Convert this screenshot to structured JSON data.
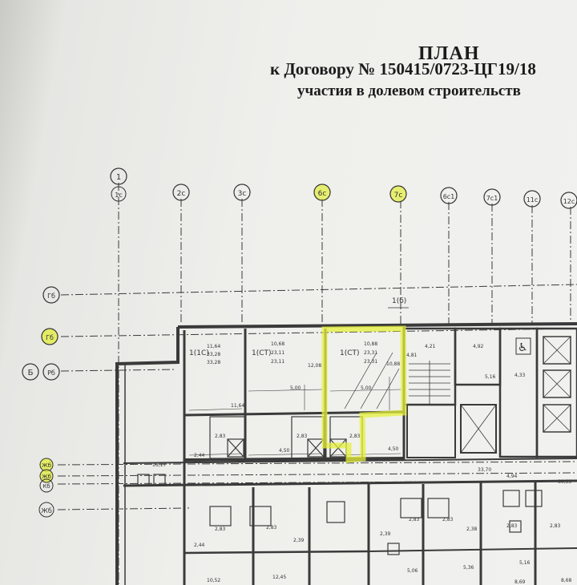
{
  "document": {
    "title": "ПЛАН",
    "subtitle": "к Договору № 150415/0723-ЦГ19/18",
    "subtitle2": "участия в долевом строительств"
  },
  "axes": {
    "vertical": [
      "1",
      "1с",
      "2с",
      "3с",
      "6с",
      "7с",
      "6с1",
      "7с1",
      "11с",
      "12с"
    ],
    "horizontal": [
      "Гб",
      "Гб",
      "Б",
      "Рб",
      "Жб",
      "Жб",
      "Кб",
      "Жб"
    ]
  },
  "section_label": "1(б)",
  "apartments": [
    {
      "type": "1(1С)",
      "a": "11,64",
      "b": "33,28",
      "c": "33,28"
    },
    {
      "type": "1(СТ)",
      "a": "10,68",
      "b": "23,11",
      "c": "23,11"
    },
    {
      "type": "1(СТ)",
      "a": "10,88",
      "b": "23,31",
      "c": "23,31"
    }
  ],
  "dimensions": {
    "d_1208": "12,08",
    "d_1088": "10,88",
    "d_500a": "5,00",
    "d_500b": "5,00",
    "d_1164": "11,64",
    "d_481": "4,81",
    "d_421": "4,21",
    "d_492": "4,92",
    "d_516": "5,16",
    "d_433": "4,33",
    "d_283a": "2,83",
    "d_283b": "2,83",
    "d_283c": "2,83",
    "d_244": "2,44",
    "d_450a": "4,50",
    "d_450b": "4,50",
    "d_1617": "16,17",
    "d_3370": "33,70",
    "d_494": "4,94",
    "d_6053": "60,53",
    "d_283d": "2,83",
    "d_283e": "2,83",
    "d_239a": "2,39",
    "d_239b": "2,39",
    "d_283f": "2,83",
    "d_283g": "2,83",
    "d_238": "2,38",
    "d_283h": "2,83",
    "d_283i": "2,83",
    "d_244b": "2,44",
    "d_506": "5,06",
    "d_536": "5,36",
    "d_516b": "5,16",
    "d_1052": "10,52",
    "d_1245": "12,45",
    "d_869": "8,69",
    "d_868": "8,68"
  },
  "colors": {
    "highlight": "#e6f03a",
    "line": "#333333",
    "paper": "#f0f0ed"
  }
}
